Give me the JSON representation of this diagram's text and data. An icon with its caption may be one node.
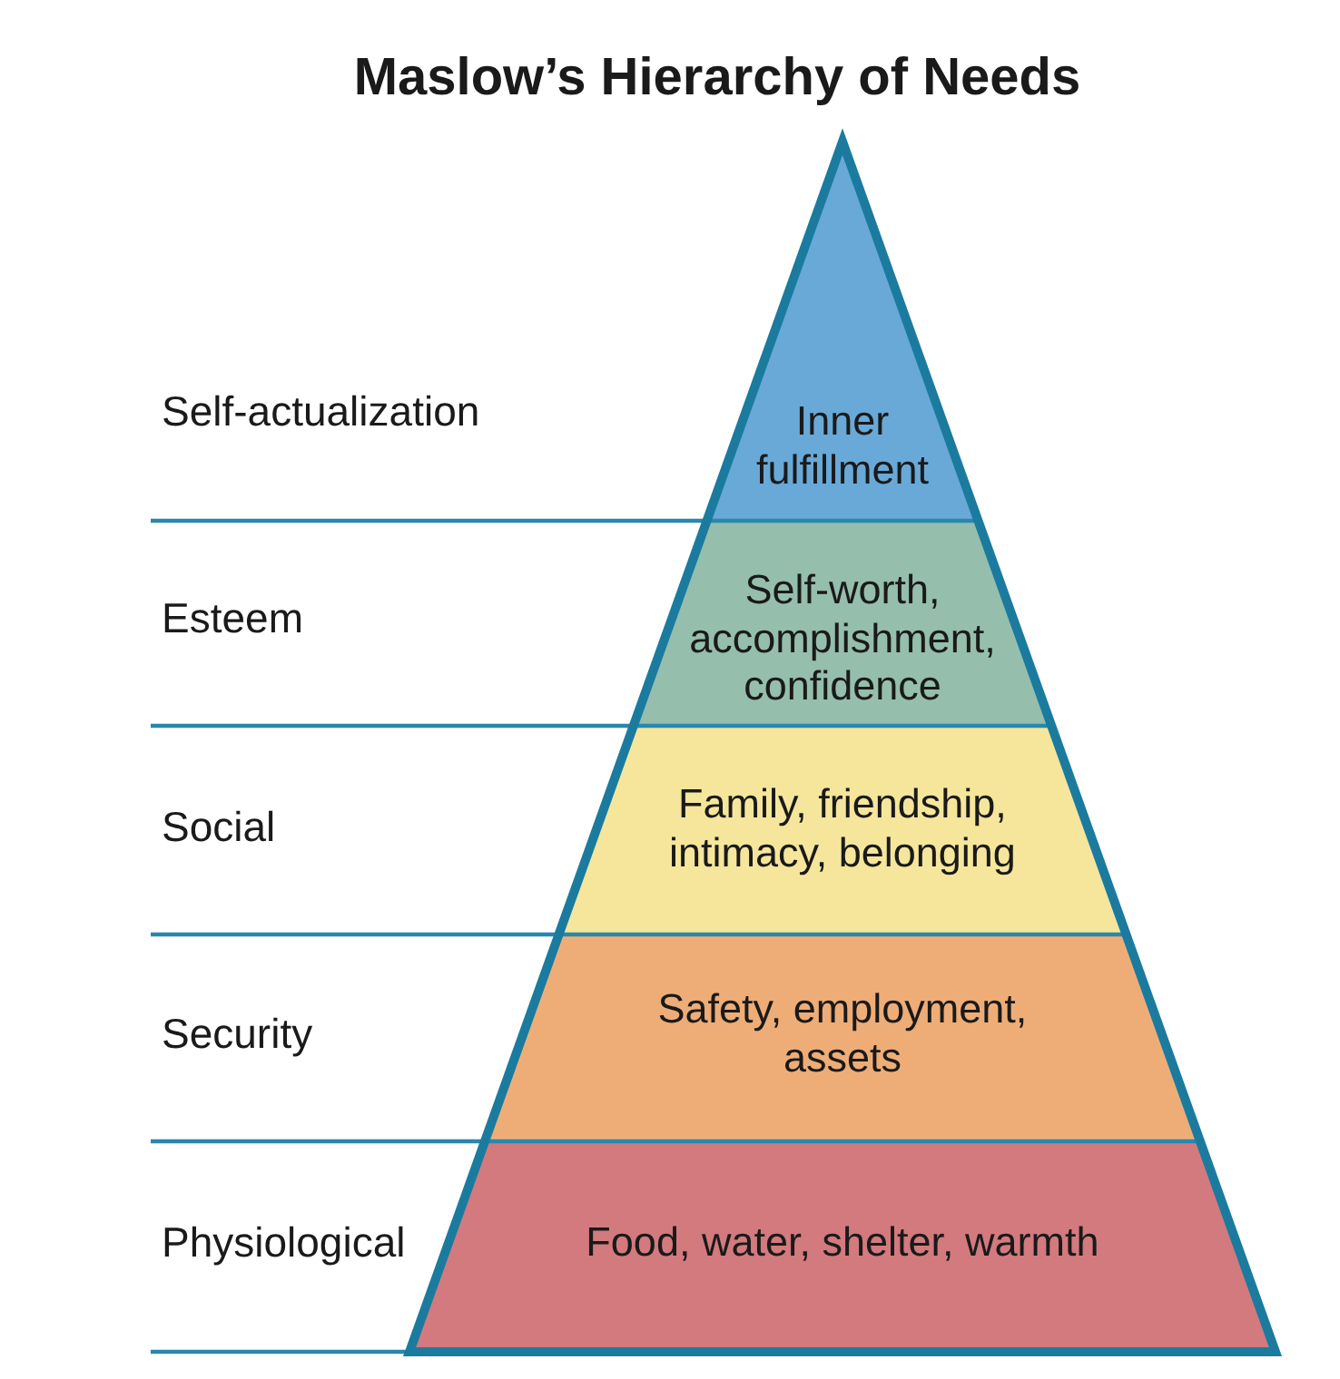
{
  "diagram": {
    "title": "Maslow’s Hierarchy of Needs",
    "nodes": [
      {
        "text": [
          "Inner fulfillment"
        ]
      },
      {
        "text": [
          "Self-worth, accomplishment, confidence"
        ]
      },
      {
        "text": [
          "Family, friendship, intimacy, belonging"
        ]
      },
      {
        "text": [
          "Safety, employment, assets"
        ]
      },
      {
        "text": [
          "Food, water, shelter, warmth"
        ]
      }
    ],
    "labels": [
      "Self-actualization",
      "Esteem",
      "Social",
      "Security",
      "Physiological"
    ]
  }
}
